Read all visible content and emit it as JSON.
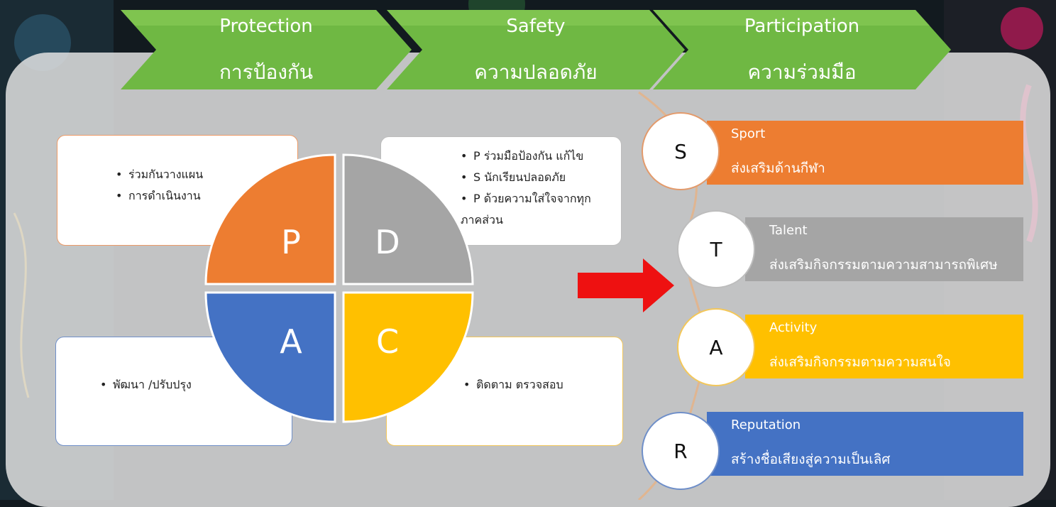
{
  "chevrons": [
    {
      "en": "Protection",
      "th": "การป้องกัน"
    },
    {
      "en": "Safety",
      "th": "ความปลอดภัย"
    },
    {
      "en": "Participation",
      "th": "ความร่วมมือ"
    }
  ],
  "pdca": {
    "letters": {
      "p": "P",
      "d": "D",
      "a": "A",
      "c": "C"
    },
    "plan_notes": [
      "ร่วมกันวางแผน",
      "การดำเนินงาน"
    ],
    "do_notes": [
      "P  ร่วมมือป้องกัน  แก้ไข",
      "S  นักเรียนปลอดภัย",
      "P  ด้วยความใส่ใจจากทุก"
    ],
    "do_note_cont": "ภาคส่วน",
    "act_notes": [
      "พัฒนา /ปรับปรุง"
    ],
    "check_notes": [
      "ติดตาม  ตรวจสอบ"
    ]
  },
  "star": [
    {
      "letter": "S",
      "title": "Sport",
      "desc": "ส่งเสริมด้านกีฬา"
    },
    {
      "letter": "T",
      "title": "Talent",
      "desc": "ส่งเสริมกิจกรรมตามความสามารถพิเศษ"
    },
    {
      "letter": "A",
      "title": "Activity",
      "desc": "ส่งเสริมกิจกรรมตามความสนใจ"
    },
    {
      "letter": "R",
      "title": "Reputation",
      "desc": "สร้างชื่อเสียงสู่ความเป็นเลิศ"
    }
  ],
  "colors": {
    "orange": "#ed7d31",
    "gray": "#a5a5a5",
    "yellow": "#ffc000",
    "blue": "#4472c4",
    "green": "#6fb843",
    "arrow": "#ee1111"
  },
  "icons": {
    "arrow": "right-arrow-icon"
  }
}
